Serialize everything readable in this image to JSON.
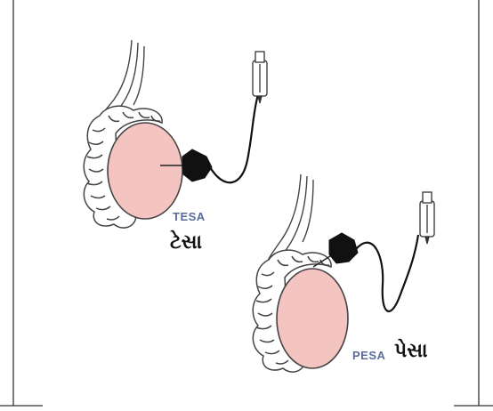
{
  "figure": {
    "border_color": "#333333",
    "tissue_fill": "#f4c4c1",
    "outline_color": "#333333",
    "device_color": "#111111"
  },
  "labels": {
    "tesa_en": "TESA",
    "tesa_gu": "ટેસા",
    "pesa_en": "PESA",
    "pesa_gu": "પેસા",
    "label_color": "#5a6b9a"
  }
}
